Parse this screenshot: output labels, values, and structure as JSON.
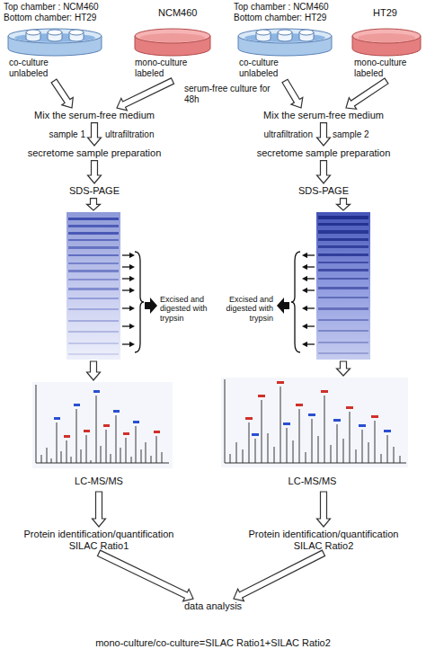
{
  "diagram": {
    "nodes": [
      {
        "text": [
          "Top chamber : NCM460 Bottom chamber: HT29",
          "co-culture unlabeled"
        ]
      },
      {
        "text": [
          "NCM460",
          "mono-culture labeled"
        ]
      },
      {
        "text": [
          "Mix the serum-free medium"
        ]
      },
      {
        "text": [
          "secretome sample preparation"
        ]
      },
      {
        "text": [
          "SDS-PAGE"
        ]
      },
      {
        "text": [
          "Excised and digested with trypsin"
        ]
      },
      {
        "text": [
          "LC-MS/MS"
        ]
      },
      {
        "text": [
          "Protein identification/quantification",
          "SILAC Ratio1"
        ]
      },
      {
        "text": [
          "Top chamber : NCM460 Bottom chamber: HT29",
          "co-culture unlabeled"
        ]
      },
      {
        "text": [
          "HT29",
          "mono-culture labeled"
        ]
      },
      {
        "text": [
          "Mix the serum-free medium"
        ]
      },
      {
        "text": [
          "secretome sample preparation"
        ]
      },
      {
        "text": [
          "SDS-PAGE"
        ]
      },
      {
        "text": [
          "Excised and digested with trypsin"
        ]
      },
      {
        "text": [
          "LC-MS/MS"
        ]
      },
      {
        "text": [
          "Protein identification/quantification",
          "SILAC Ratio2"
        ]
      },
      {
        "text": [
          "data analysis",
          "mono-culture/co-culture=SILAC Ratio1+SILAC Ratio2"
        ]
      }
    ],
    "edges": [
      {
        "from": 0,
        "to": 2,
        "arrow": "to"
      },
      {
        "from": 1,
        "to": 2,
        "arrow": "to"
      },
      {
        "from": 2,
        "to": 3,
        "label": "ultrafiltration",
        "arrow": "to"
      },
      {
        "from": 3,
        "to": 4,
        "arrow": "to"
      },
      {
        "from": 4,
        "to": 5,
        "arrow": "to"
      },
      {
        "from": 5,
        "to": 6,
        "arrow": "to"
      },
      {
        "from": 6,
        "to": 7,
        "arrow": "to"
      },
      {
        "from": 7,
        "to": 16,
        "arrow": "to"
      },
      {
        "from": 8,
        "to": 10,
        "arrow": "to"
      },
      {
        "from": 9,
        "to": 10,
        "arrow": "to"
      },
      {
        "from": 10,
        "to": 11,
        "label": "ultrafiltration",
        "arrow": "to"
      },
      {
        "from": 11,
        "to": 12,
        "arrow": "to"
      },
      {
        "from": 12,
        "to": 13,
        "arrow": "to"
      },
      {
        "from": 13,
        "to": 14,
        "arrow": "to"
      },
      {
        "from": 14,
        "to": 15,
        "arrow": "to"
      },
      {
        "from": 15,
        "to": 16,
        "arrow": "to"
      }
    ],
    "labels": [
      "serum-free culture for 48h",
      "sample 1",
      "sample 2"
    ]
  }
}
